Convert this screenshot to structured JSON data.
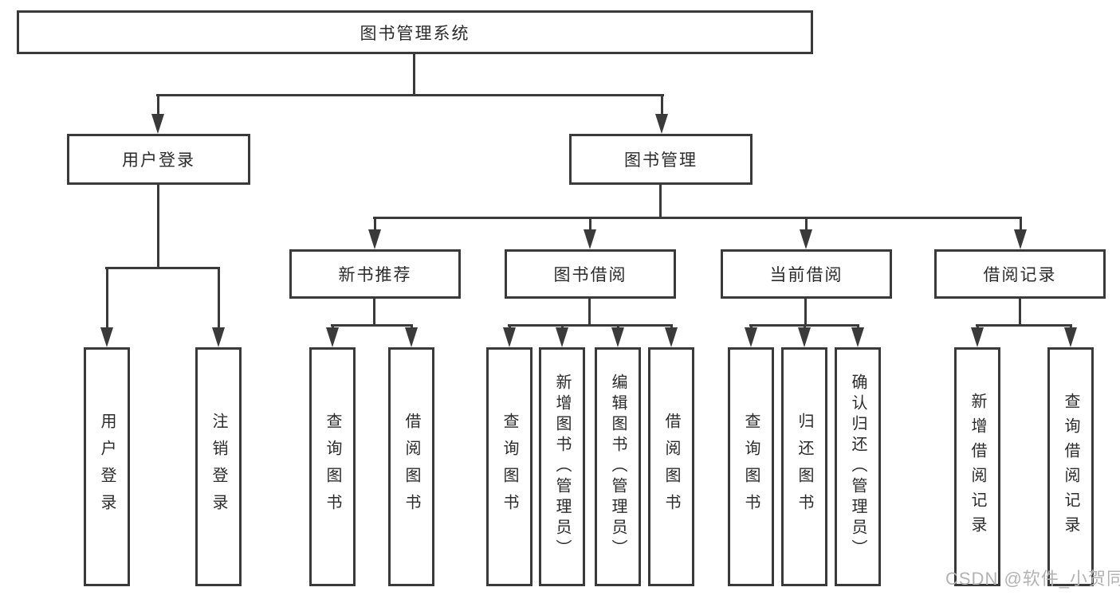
{
  "colors": {
    "line": "#3a3a3a",
    "text": "#2b2b2b",
    "background": "#ffffff",
    "watermark": "#b3b3b3"
  },
  "tree": {
    "root": {
      "label": "图书管理系统"
    },
    "branches": [
      {
        "label": "用户登录",
        "leaves": [
          {
            "label": "用户登录"
          },
          {
            "label": "注销登录"
          }
        ]
      },
      {
        "label": "图书管理",
        "groups": [
          {
            "label": "新书推荐",
            "leaves": [
              {
                "label": "查询图书"
              },
              {
                "label": "借阅图书"
              }
            ]
          },
          {
            "label": "图书借阅",
            "leaves": [
              {
                "label": "查询图书"
              },
              {
                "label": "新增图书（管理员）"
              },
              {
                "label": "编辑图书（管理员）"
              },
              {
                "label": "借阅图书"
              }
            ]
          },
          {
            "label": "当前借阅",
            "leaves": [
              {
                "label": "查询图书"
              },
              {
                "label": "归还图书"
              },
              {
                "label": "确认归还（管理员）"
              }
            ]
          },
          {
            "label": "借阅记录",
            "leaves": [
              {
                "label": "新增借阅记录"
              },
              {
                "label": "查询借阅记录"
              }
            ]
          }
        ]
      }
    ]
  },
  "watermark": {
    "text": "CSDN @软件_小贺同学"
  }
}
